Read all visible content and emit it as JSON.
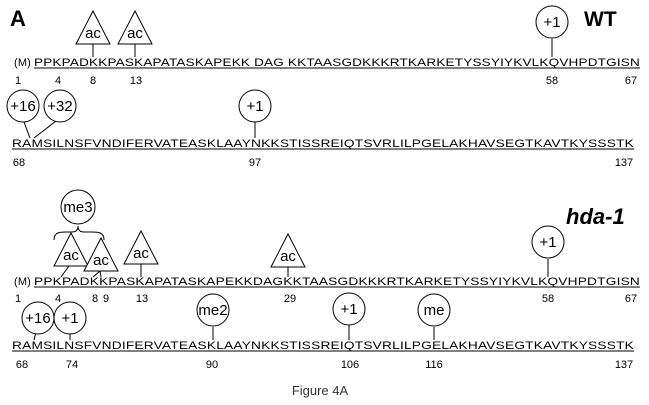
{
  "panel_label": "A",
  "caption": "Figure 4A",
  "wt": {
    "label": "WT",
    "prefix": "(M)",
    "line1": {
      "sequence": "PPKPADKKPASKAPATASKAPEKK DAG KKTAASGDKKKRTKARKETYSSYIYKVLKQVHPDTGISN",
      "positions": [
        "1",
        "4",
        "8",
        "13",
        "58",
        "67"
      ],
      "marks": [
        {
          "type": "triangle",
          "label": "ac",
          "position": "8"
        },
        {
          "type": "triangle",
          "label": "ac",
          "position": "13"
        },
        {
          "type": "circle",
          "label": "+1",
          "position": "58"
        }
      ]
    },
    "line2": {
      "sequence": "RAMSILNSFVNDIFERVATEASKLAAYNKKSTISSREIQTSVRLILPGELAKHAVSEGTKAVTKYSSSTK",
      "positions": [
        "68",
        "97",
        "137"
      ],
      "marks": [
        {
          "type": "circle",
          "label": "+16",
          "position": "68"
        },
        {
          "type": "circle",
          "label": "+32",
          "position": "68"
        },
        {
          "type": "circle",
          "label": "+1",
          "position": "97"
        }
      ]
    }
  },
  "hda": {
    "label": "hda-1",
    "prefix": "(M)",
    "line1": {
      "sequence": "PPKPADKKPASKAPATASKAPEKKDAGKKTAASGDKKKRTKARKETYSSYIYKVLKQVHPDTGISN",
      "positions": [
        "1",
        "4",
        "8",
        "9",
        "13",
        "29",
        "58",
        "67"
      ],
      "marks": [
        {
          "type": "circle",
          "label": "me3",
          "position": "4 / 8"
        },
        {
          "type": "triangle",
          "label": "ac",
          "position": "4"
        },
        {
          "type": "triangle",
          "label": "ac",
          "position": "9"
        },
        {
          "type": "triangle",
          "label": "ac",
          "position": "13"
        },
        {
          "type": "triangle",
          "label": "ac",
          "position": "29"
        },
        {
          "type": "circle",
          "label": "+1",
          "position": "58"
        }
      ]
    },
    "line2": {
      "sequence": "RAMSILNSFVNDIFERVATEASKLAAYNKKSTISSREIQTSVRLILPGELAKHAVSEGTKAVTKYSSSTK",
      "positions": [
        "68",
        "74",
        "90",
        "106",
        "116",
        "137"
      ],
      "marks": [
        {
          "type": "circle",
          "label": "+16",
          "position": "68"
        },
        {
          "type": "circle",
          "label": "+1",
          "position": "74"
        },
        {
          "type": "circle",
          "label": "me2",
          "position": "90"
        },
        {
          "type": "circle",
          "label": "+1",
          "position": "106"
        },
        {
          "type": "circle",
          "label": "me",
          "position": "116"
        }
      ]
    }
  }
}
